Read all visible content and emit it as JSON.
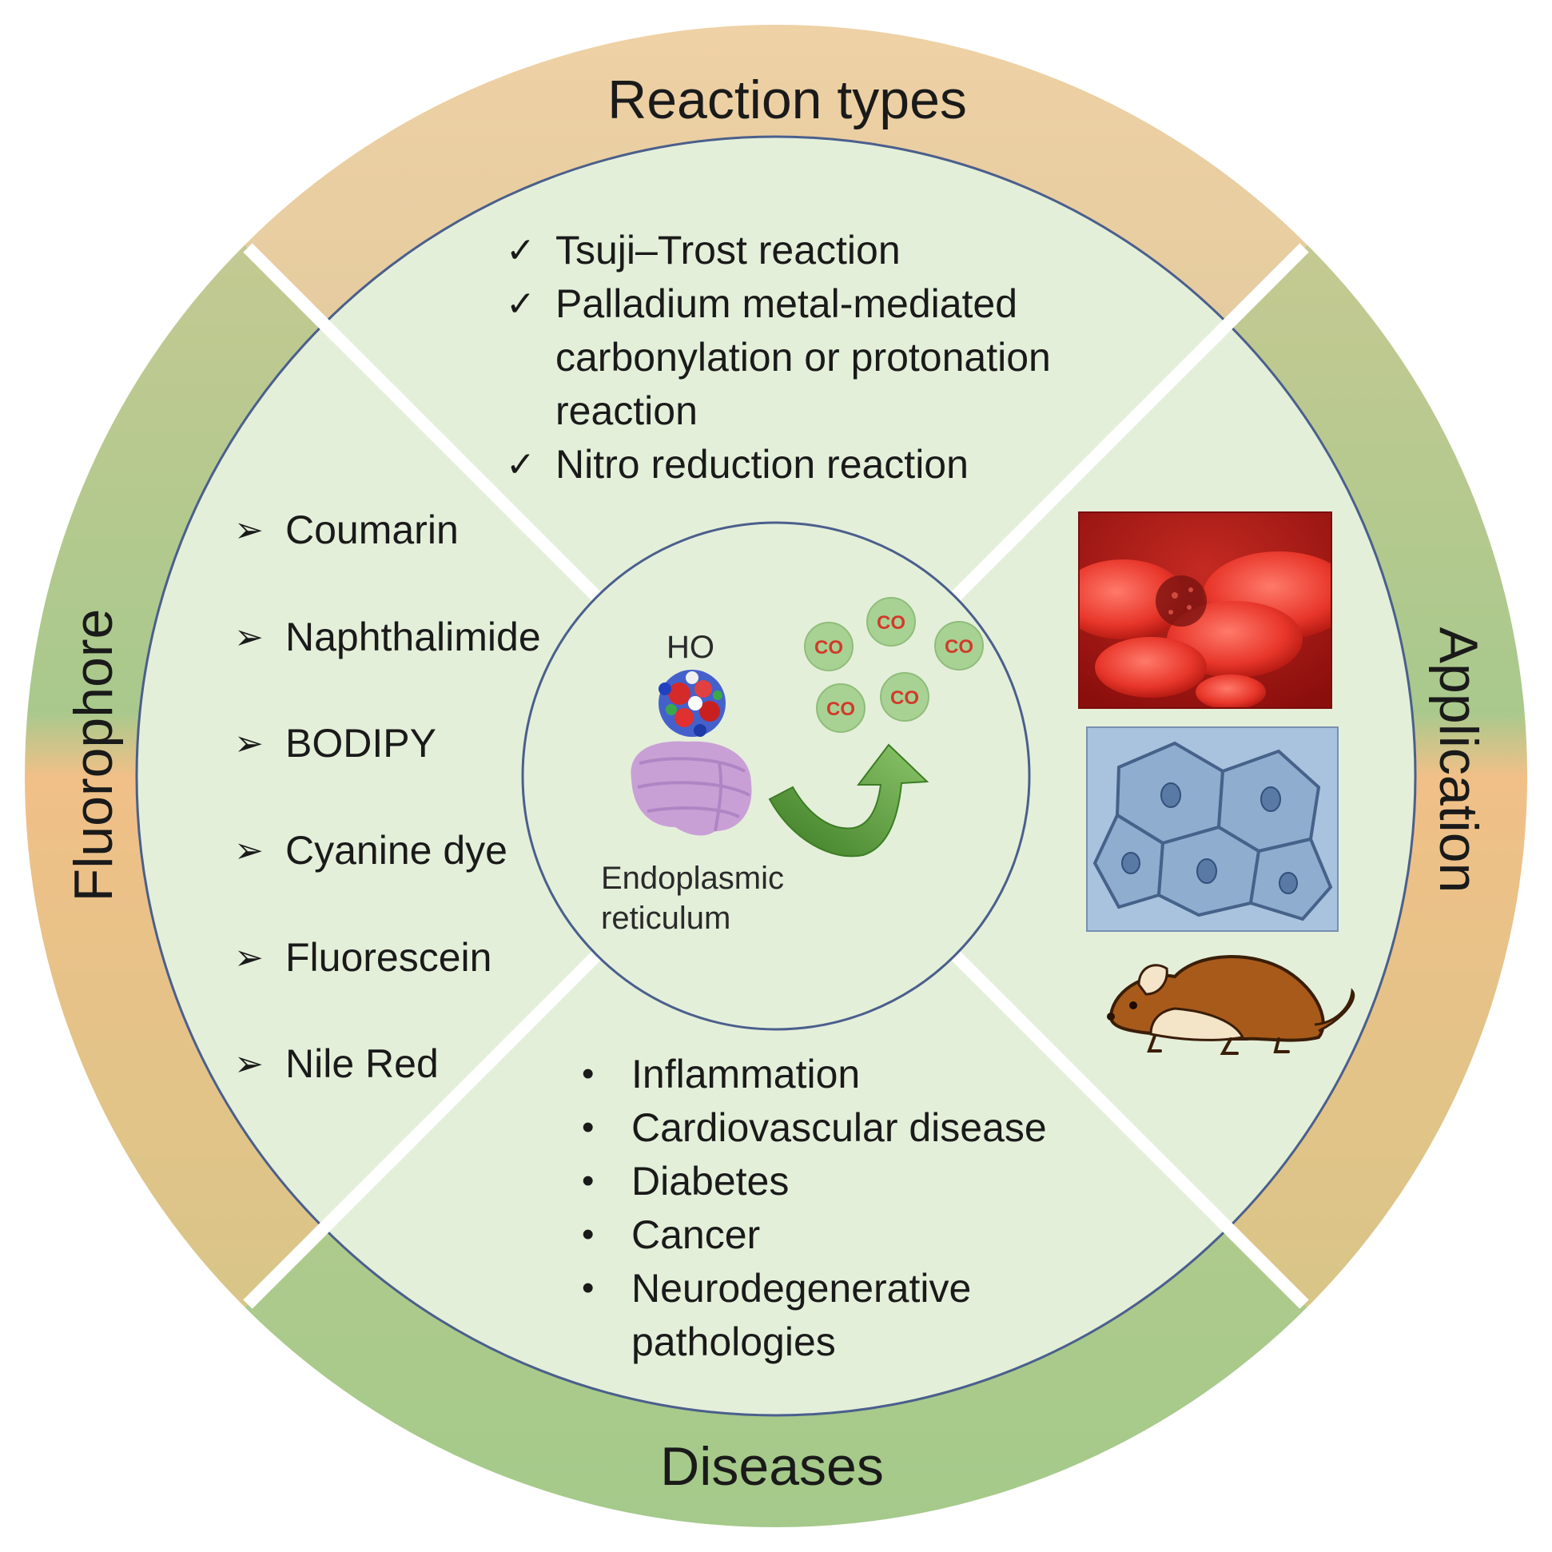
{
  "sections": {
    "reaction_types": {
      "title": "Reaction types",
      "items": [
        [
          "Tsuji–Trost reaction"
        ],
        [
          "Palladium metal-mediated",
          "carbonylation or protonation",
          "reaction"
        ],
        [
          "Nitro reduction reaction"
        ]
      ]
    },
    "fluorophore": {
      "title": "Fluorophore",
      "items": [
        "Coumarin",
        "Naphthalimide",
        "BODIPY",
        "Cyanine dye",
        "Fluorescein",
        "Nile Red"
      ]
    },
    "application": {
      "title": "Application",
      "images": [
        "blood-vessel-cells-image",
        "cultured-cells-micrograph",
        "mouse-icon"
      ]
    },
    "diseases": {
      "title": "Diseases",
      "items": [
        [
          "Inflammation"
        ],
        [
          "Cardiovascular disease"
        ],
        [
          "Diabetes"
        ],
        [
          "Cancer"
        ],
        [
          "Neurodegenerative",
          "pathologies"
        ]
      ]
    }
  },
  "center": {
    "enzyme_label": "HO",
    "organelle_label": [
      "Endoplasmic",
      "reticulum"
    ],
    "gas_label": "CO",
    "gas_bubble_count": 5
  },
  "markers": {
    "check": "✓",
    "arrow": "➢",
    "bullet": "•"
  },
  "colors": {
    "ring_top": "#f0d3a6",
    "ring_bottom": "#a8c98c",
    "inner_fill": "#e4efda",
    "center_outline": "#4a5f8c",
    "gas_bubble": "#a8d294",
    "gas_text": "#d23a2a",
    "arrow_green": "#5b9e38",
    "organelle": "#c9a0d6",
    "blood_red": "#b01818",
    "micro_blue": "#a9c2dd",
    "mouse_brown": "#a85a1a"
  }
}
